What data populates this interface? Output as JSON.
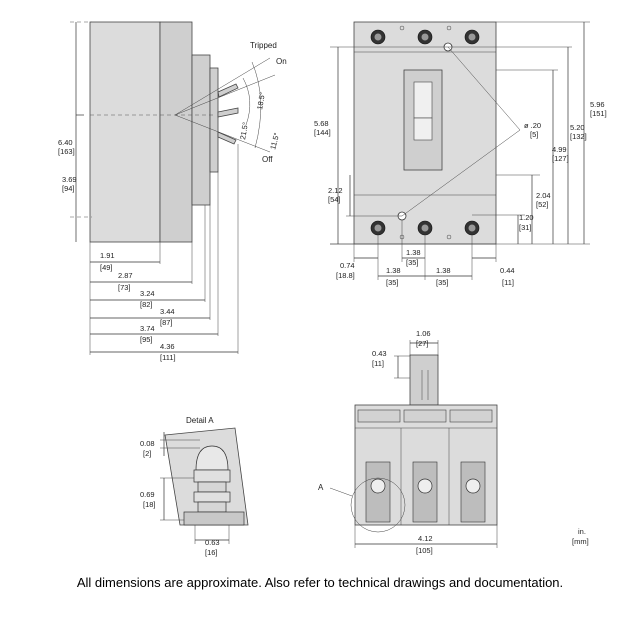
{
  "side_view": {
    "overall_height": [
      "6.40",
      "[163]"
    ],
    "half_height": [
      "3.69",
      "[94]"
    ],
    "handle_labels": [
      "Tripped",
      "On",
      "Off"
    ],
    "handle_angles": [
      "21.5°",
      "11.5°",
      "18.5°"
    ],
    "depths": [
      [
        "1.91",
        "[49]"
      ],
      [
        "2.87",
        "[73]"
      ],
      [
        "3.24",
        "[82]"
      ],
      [
        "3.44",
        "[87]"
      ],
      [
        "3.74",
        "[95]"
      ],
      [
        "4.36",
        "[111]"
      ]
    ]
  },
  "front_view": {
    "mount_height": [
      "5.68",
      "[144]"
    ],
    "overall_height": [
      "5.96",
      "[151]"
    ],
    "upper_height": [
      "5.20",
      "[132]"
    ],
    "mid_height": [
      "4.99",
      "[127]"
    ],
    "hole_diameter": [
      "ø .20",
      "[5]"
    ],
    "left_low": [
      "2.12",
      "[54]"
    ],
    "right_low": [
      "2.04",
      "[52]"
    ],
    "right_lower": [
      "1.20",
      "[31]"
    ],
    "edge_left": [
      "0.74",
      "[18.8]"
    ],
    "edge_right": [
      "0.44",
      "[11]"
    ],
    "pole_spacing_top": [
      "1.38",
      "[35]"
    ],
    "pole_spacing_left": [
      "1.38",
      "[35]"
    ],
    "pole_spacing_right": [
      "1.38",
      "[35]"
    ]
  },
  "detail_view": {
    "title": "Detail A",
    "top_offset": [
      "0.08",
      "[2]"
    ],
    "lug_height": [
      "0.69",
      "[18]"
    ],
    "lug_width": [
      "0.63",
      "[16]"
    ]
  },
  "bottom_view": {
    "handle_width": [
      "1.06",
      "[27]"
    ],
    "handle_height": [
      "0.43",
      "[11]"
    ],
    "overall_width": [
      "4.12",
      "[105]"
    ],
    "callout": "A"
  },
  "units": [
    "in.",
    "[mm]"
  ],
  "footer": "All dimensions are approximate.  Also refer to technical drawings and documentation."
}
